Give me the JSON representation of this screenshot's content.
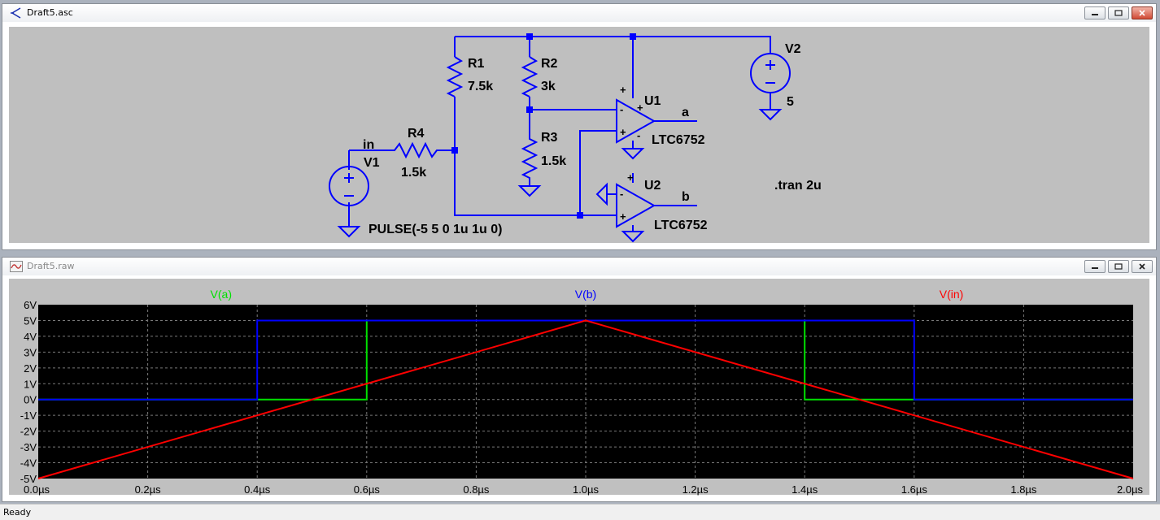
{
  "schematic_window": {
    "title": "Draft5.asc",
    "app_icon": "ltspice-component-icon",
    "components": {
      "r1": {
        "name": "R1",
        "value": "7.5k"
      },
      "r2": {
        "name": "R2",
        "value": "3k"
      },
      "r3": {
        "name": "R3",
        "value": "1.5k"
      },
      "r4": {
        "name": "R4",
        "value": "1.5k"
      },
      "v1": {
        "name": "V1",
        "value": "PULSE(-5 5 0 1u 1u 0)"
      },
      "v2": {
        "name": "V2",
        "value": "5"
      },
      "u1": {
        "name": "U1",
        "model": "LTC6752"
      },
      "u2": {
        "name": "U2",
        "model": "LTC6752"
      }
    },
    "nets": {
      "in": "in",
      "a": "a",
      "b": "b"
    },
    "directive": ".tran 2u",
    "pin_plus": "+",
    "pin_minus": "-",
    "colors": {
      "background": "#bfbfbf",
      "wire": "#0000ff",
      "text": "#000000"
    }
  },
  "waveform_window": {
    "title": "Draft5.raw",
    "app_icon": "waveform-icon",
    "colors": {
      "background": "#000000",
      "frame": "#c0c0c0",
      "grid": "#808080"
    }
  },
  "window_buttons": {
    "minimize": "minimize-icon",
    "restore": "restore-icon",
    "close": "close-icon"
  },
  "chart_data": {
    "type": "line",
    "xlabel": "",
    "ylabel": "",
    "xlim": [
      0,
      2.0
    ],
    "ylim": [
      -5,
      6
    ],
    "xticks": [
      "0.0µs",
      "0.2µs",
      "0.4µs",
      "0.6µs",
      "0.8µs",
      "1.0µs",
      "1.2µs",
      "1.4µs",
      "1.6µs",
      "1.8µs",
      "2.0µs"
    ],
    "yticks": [
      "6V",
      "5V",
      "4V",
      "3V",
      "2V",
      "1V",
      "0V",
      "-1V",
      "-2V",
      "-3V",
      "-4V",
      "-5V"
    ],
    "grid": true,
    "legend": "top",
    "series": [
      {
        "name": "V(a)",
        "color": "#00e000",
        "x": [
          0,
          0.6,
          0.6,
          1.4,
          1.4,
          2.0
        ],
        "y": [
          0,
          0,
          5,
          5,
          0,
          0
        ]
      },
      {
        "name": "V(b)",
        "color": "#0000ff",
        "x": [
          0,
          0.4,
          0.4,
          1.6,
          1.6,
          2.0
        ],
        "y": [
          0,
          0,
          5,
          5,
          0,
          0
        ]
      },
      {
        "name": "V(in)",
        "color": "#ff0000",
        "x": [
          0,
          1.0,
          2.0
        ],
        "y": [
          -5,
          5,
          -5
        ]
      }
    ]
  },
  "status_bar": {
    "text": "Ready"
  }
}
